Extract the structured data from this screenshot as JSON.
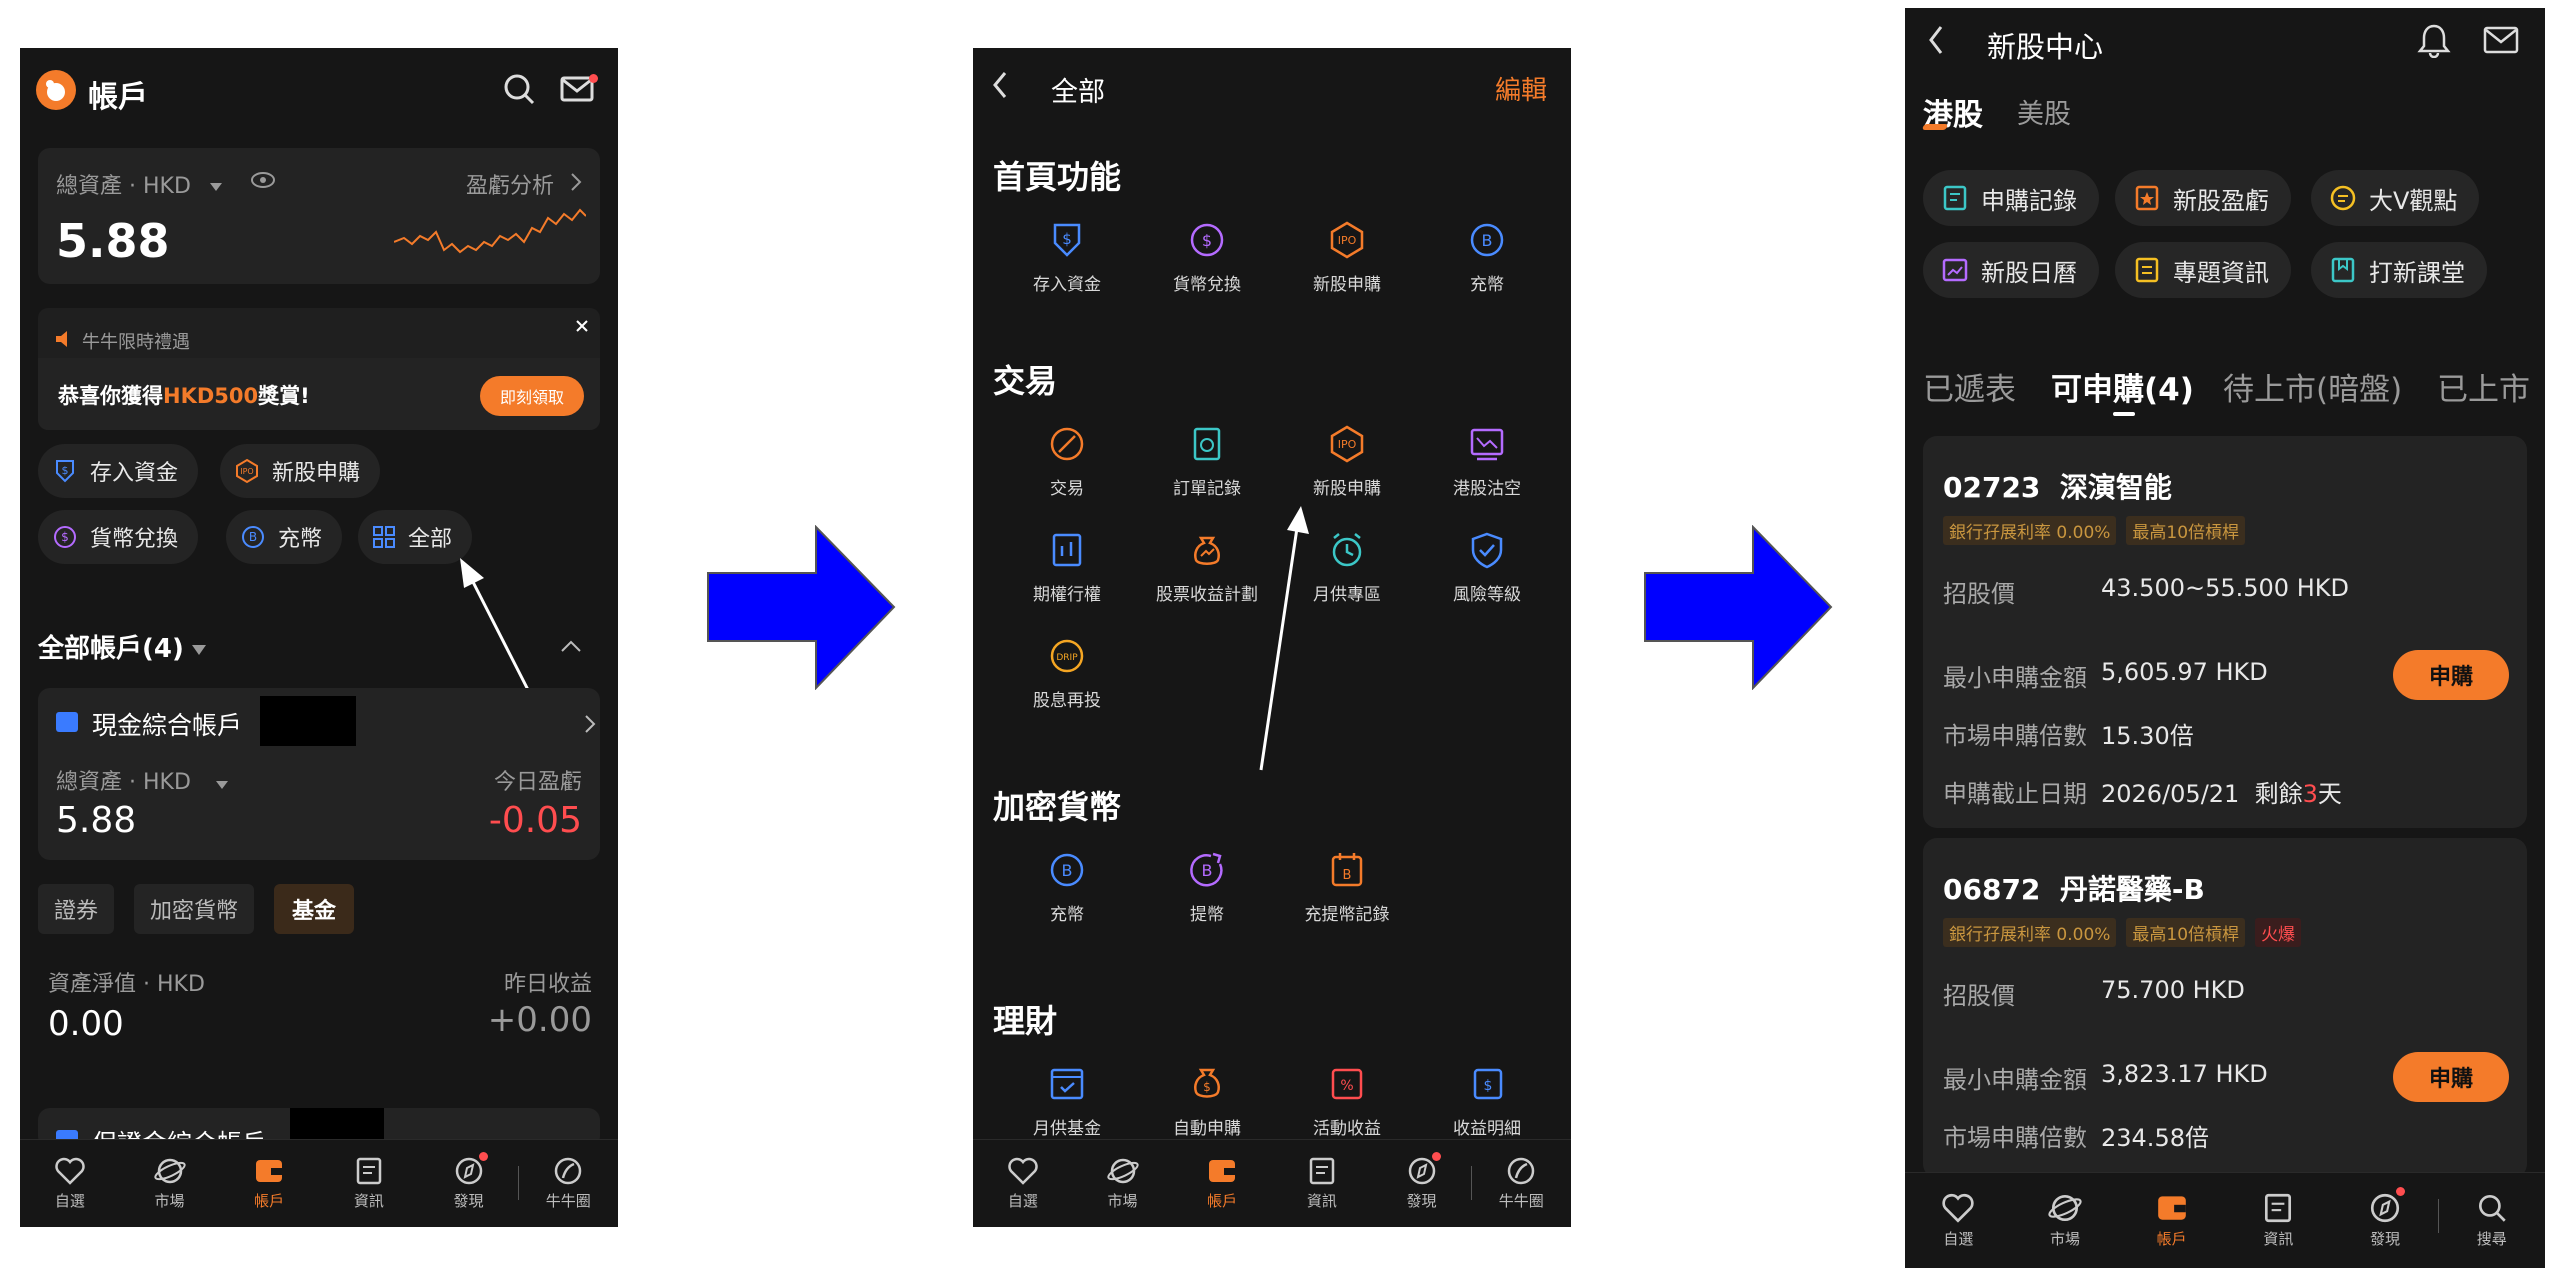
{
  "colors": {
    "accent": "#f47b2a",
    "negative": "#ff4d4f",
    "arrow": "#0000ff",
    "panel": "#161616"
  },
  "screen1": {
    "title": "帳戶",
    "total_assets_label": "總資產 · HKD",
    "pnl_analysis": "盈虧分析",
    "total_assets_value": "5.88",
    "promo_tag": "牛牛限時禮遇",
    "promo_text_prefix": "恭喜你獲得",
    "promo_text_highlight": "HKD500",
    "promo_text_suffix": "獎賞!",
    "promo_button": "即刻領取",
    "quick": {
      "deposit": "存入資金",
      "ipo": "新股申購",
      "fx": "貨幣兌換",
      "crypto_deposit": "充幣",
      "all": "全部"
    },
    "accounts_header": "全部帳戶(4)",
    "cash_account_name": "現金綜合帳戶",
    "cash_assets_label": "總資產 · HKD",
    "today_pnl_label": "今日盈虧",
    "cash_assets_value": "5.88",
    "today_pnl_value": "-0.05",
    "tabs": [
      "證券",
      "加密貨幣",
      "基金"
    ],
    "nav_label": "資產淨值 · HKD",
    "yesterday_label": "昨日收益",
    "nav_value": "0.00",
    "yesterday_value": "+0.00",
    "margin_account_name": "保證金綜合帳戶"
  },
  "screen2": {
    "title": "全部",
    "edit": "編輯",
    "sections": {
      "home": "首頁功能",
      "trade": "交易",
      "crypto": "加密貨幣",
      "wealth": "理財"
    },
    "home_items": [
      "存入資金",
      "貨幣兌換",
      "新股申購",
      "充幣"
    ],
    "trade_items": [
      "交易",
      "訂單記錄",
      "新股申購",
      "港股沽空",
      "期權行權",
      "股票收益計劃",
      "月供專區",
      "風險等級",
      "股息再投"
    ],
    "crypto_items": [
      "充幣",
      "提幣",
      "充提幣記錄"
    ],
    "wealth_items": [
      "月供基金",
      "自動申購",
      "活動收益",
      "收益明細"
    ]
  },
  "nav12": [
    "自選",
    "市場",
    "帳戶",
    "資訊",
    "發現",
    "牛牛圈"
  ],
  "screen3": {
    "title": "新股中心",
    "market_tabs": [
      "港股",
      "美股"
    ],
    "chips": [
      "申購記錄",
      "新股盈虧",
      "大V觀點",
      "新股日曆",
      "專題資訊",
      "打新課堂"
    ],
    "status_tabs": [
      "已遞表",
      "可申購(4)",
      "待上市(暗盤)",
      "已上市"
    ],
    "card1": {
      "code": "02723",
      "name": "深演智能",
      "tags": [
        "銀行孖展利率 0.00%",
        "最高10倍槓桿"
      ],
      "price_label": "招股價",
      "price_value": "43.500~55.500 HKD",
      "min_label": "最小申購金額",
      "min_value": "5,605.97 HKD",
      "mult_label": "市場申購倍數",
      "mult_value": "15.30倍",
      "deadline_label": "申購截止日期",
      "deadline_value": "2026/05/21",
      "remain_prefix": "剩餘",
      "remain_days": "3",
      "remain_suffix": "天",
      "apply": "申購"
    },
    "card2": {
      "code": "06872",
      "name": "丹諾醫藥-B",
      "tags": [
        "銀行孖展利率 0.00%",
        "最高10倍槓桿"
      ],
      "hot_tag": "火爆",
      "price_label": "招股價",
      "price_value": "75.700 HKD",
      "min_label": "最小申購金額",
      "min_value": "3,823.17 HKD",
      "mult_label": "市場申購倍數",
      "mult_value": "234.58倍",
      "apply": "申購"
    },
    "nav": [
      "自選",
      "市場",
      "帳戶",
      "資訊",
      "發現",
      "搜尋"
    ]
  }
}
